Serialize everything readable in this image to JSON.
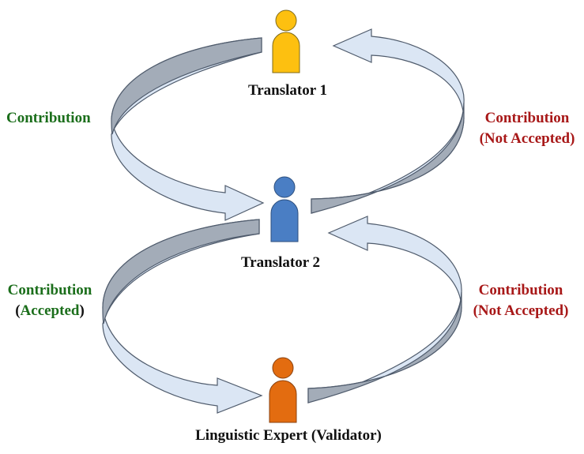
{
  "colors": {
    "arrow_light": "#dbe6f4",
    "arrow_dark": "#a3acb8",
    "arrow_stroke": "#4f5b6c",
    "translator1": "#fdc010",
    "translator2": "#4a7ec4",
    "expert": "#e36c10",
    "accepted": "#1b6e1b",
    "not_accepted": "#a81818"
  },
  "people": {
    "translator1": {
      "label": "Translator 1",
      "icon": "person-icon"
    },
    "translator2": {
      "label": "Translator 2",
      "icon": "person-icon"
    },
    "expert": {
      "label": "Linguistic Expert (Validator)",
      "icon": "person-icon"
    }
  },
  "flows": {
    "top_left": {
      "line1": "Contribution"
    },
    "top_right": {
      "line1": "Contribution",
      "line2": "(Not Accepted)"
    },
    "bottom_left": {
      "line1": "Contribution",
      "line2_open": "(",
      "line2_word": "Accepted",
      "line2_close": ")"
    },
    "bottom_right": {
      "line1": "Contribution",
      "line2": "(Not Accepted)"
    }
  }
}
